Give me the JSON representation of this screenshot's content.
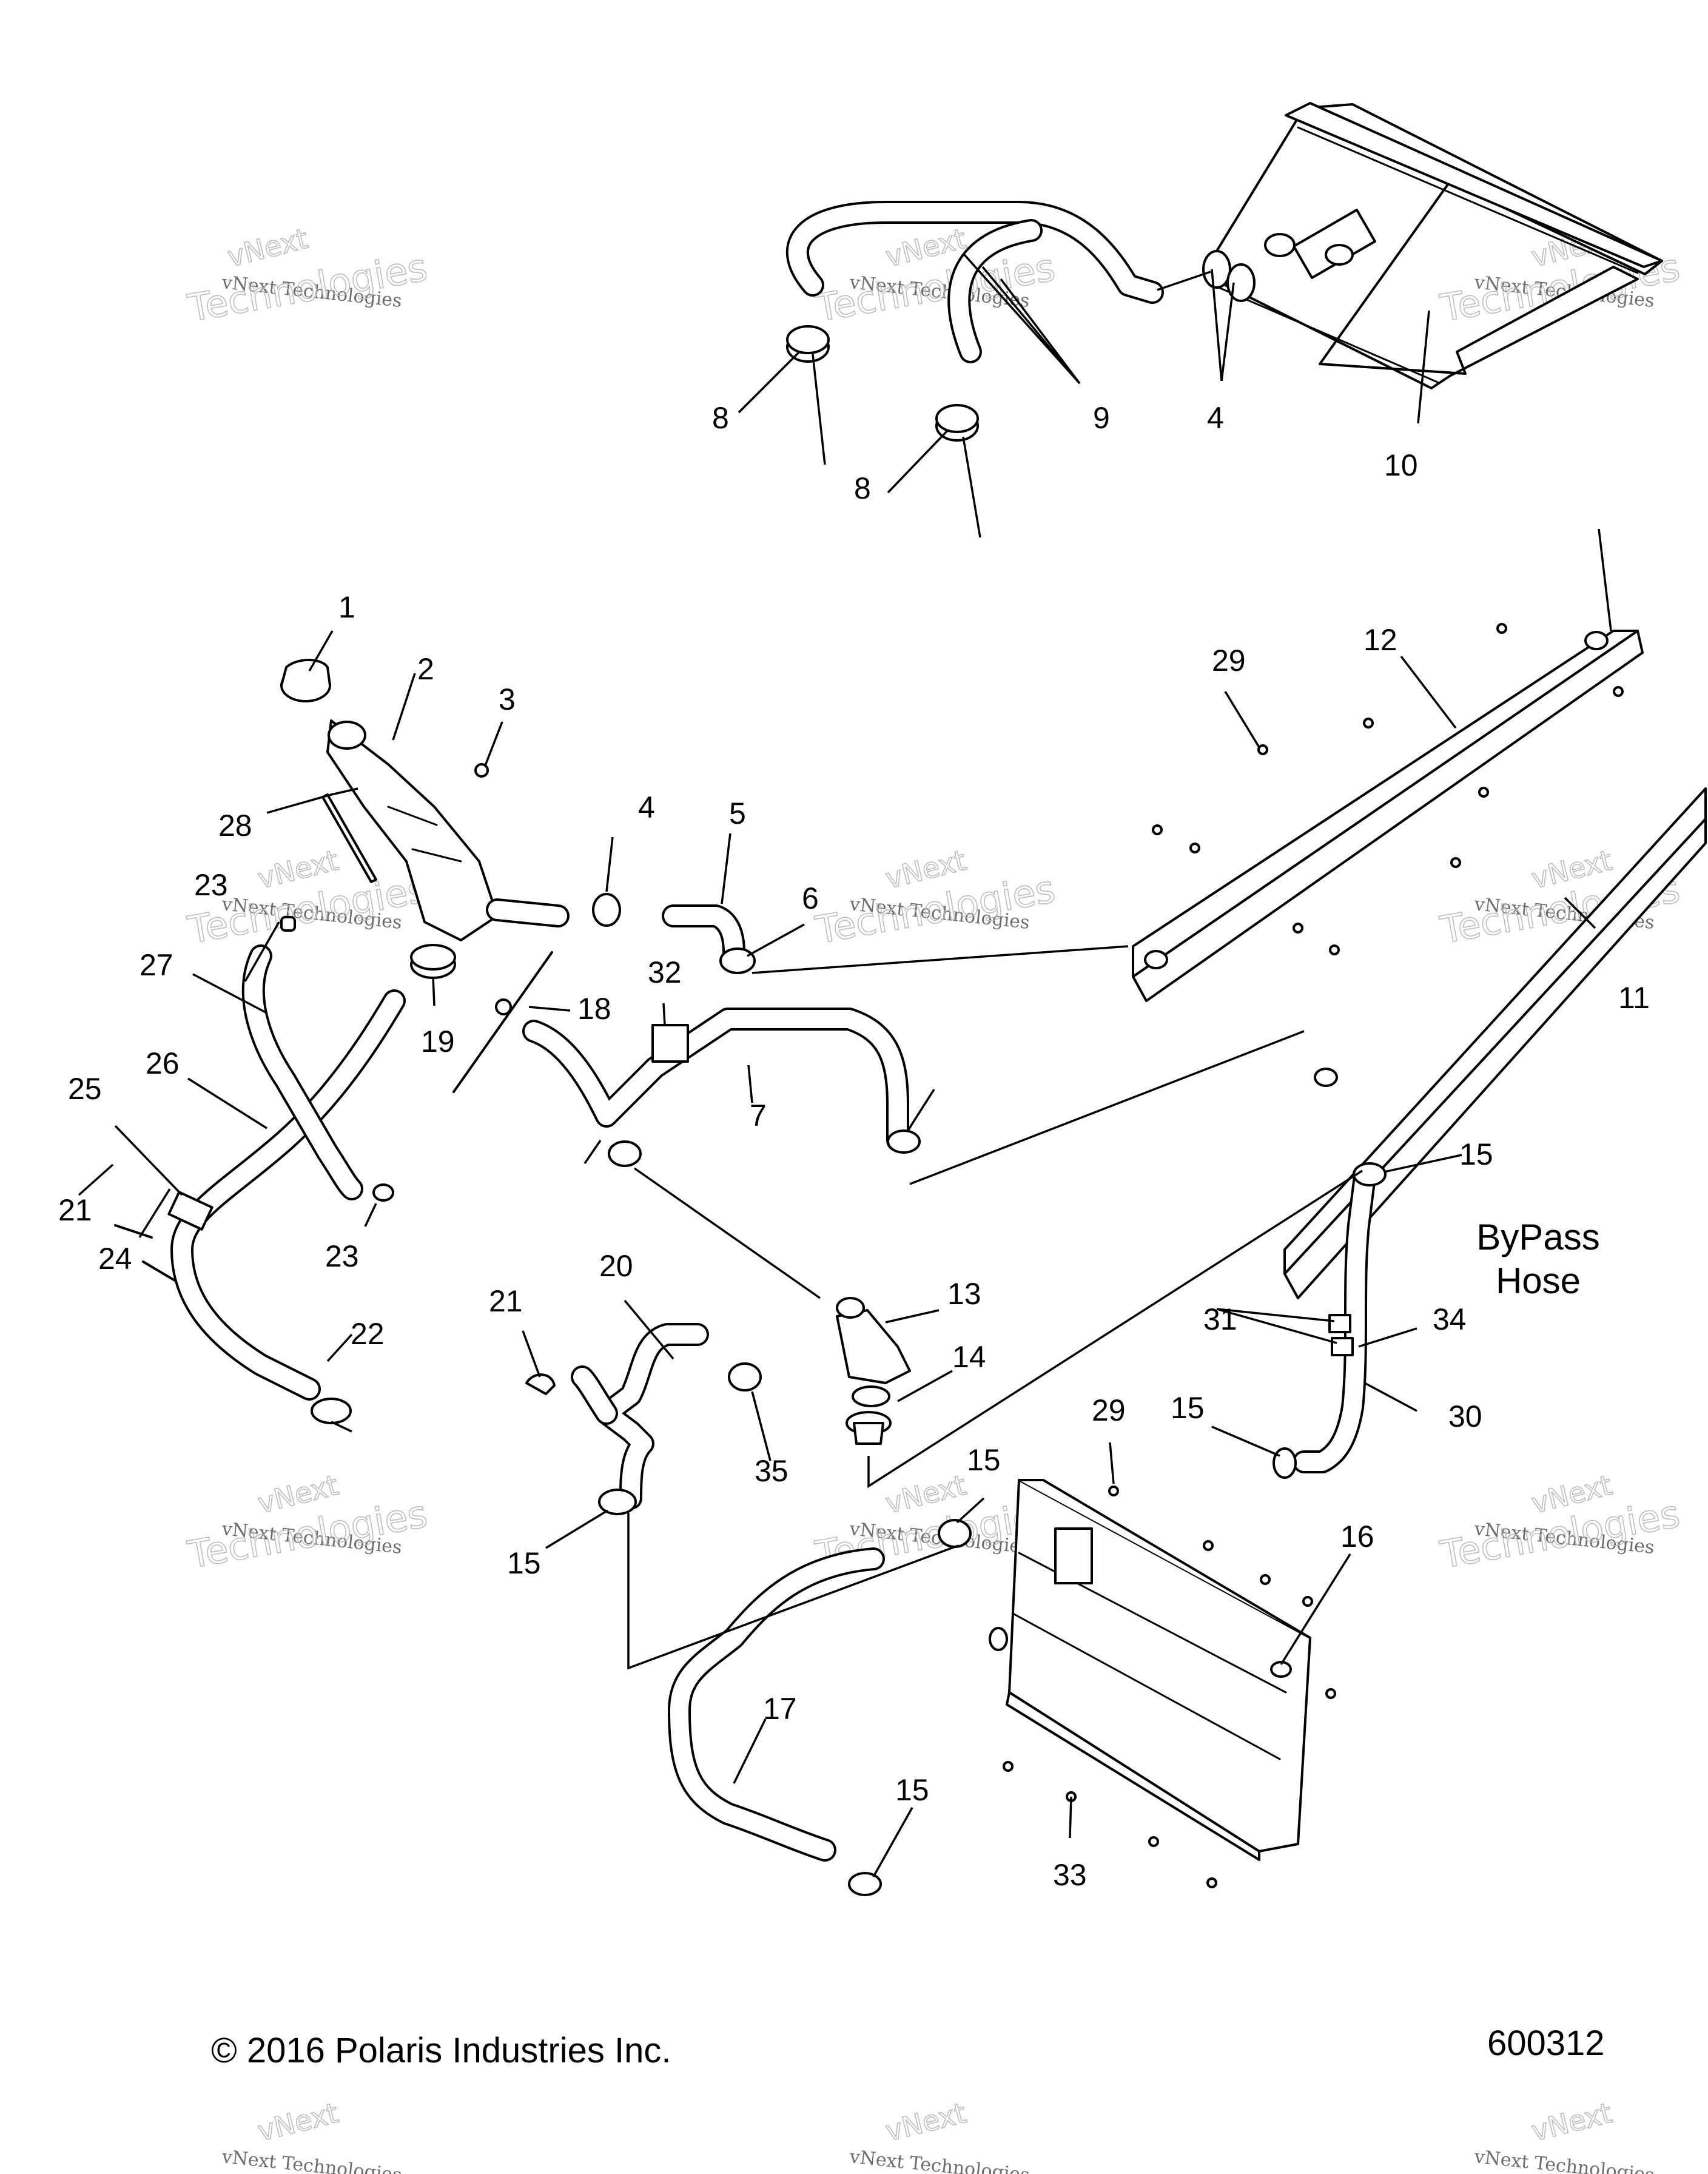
{
  "callouts": [
    "1",
    "2",
    "3",
    "4",
    "5",
    "6",
    "7",
    "8",
    "9",
    "10",
    "11",
    "12",
    "13",
    "14",
    "15",
    "16",
    "17",
    "18",
    "19",
    "20",
    "21",
    "22",
    "23",
    "24",
    "25",
    "26",
    "27",
    "28",
    "29",
    "30",
    "31",
    "32",
    "33",
    "34",
    "35"
  ],
  "section_label": [
    "ByPass",
    "Hose"
  ],
  "watermark": {
    "line1": "vNext Technologies",
    "line2": "Technologies",
    "line3": "vNext"
  },
  "copyright": "© 2016 Polaris Industries Inc.",
  "figure_number": "600312"
}
